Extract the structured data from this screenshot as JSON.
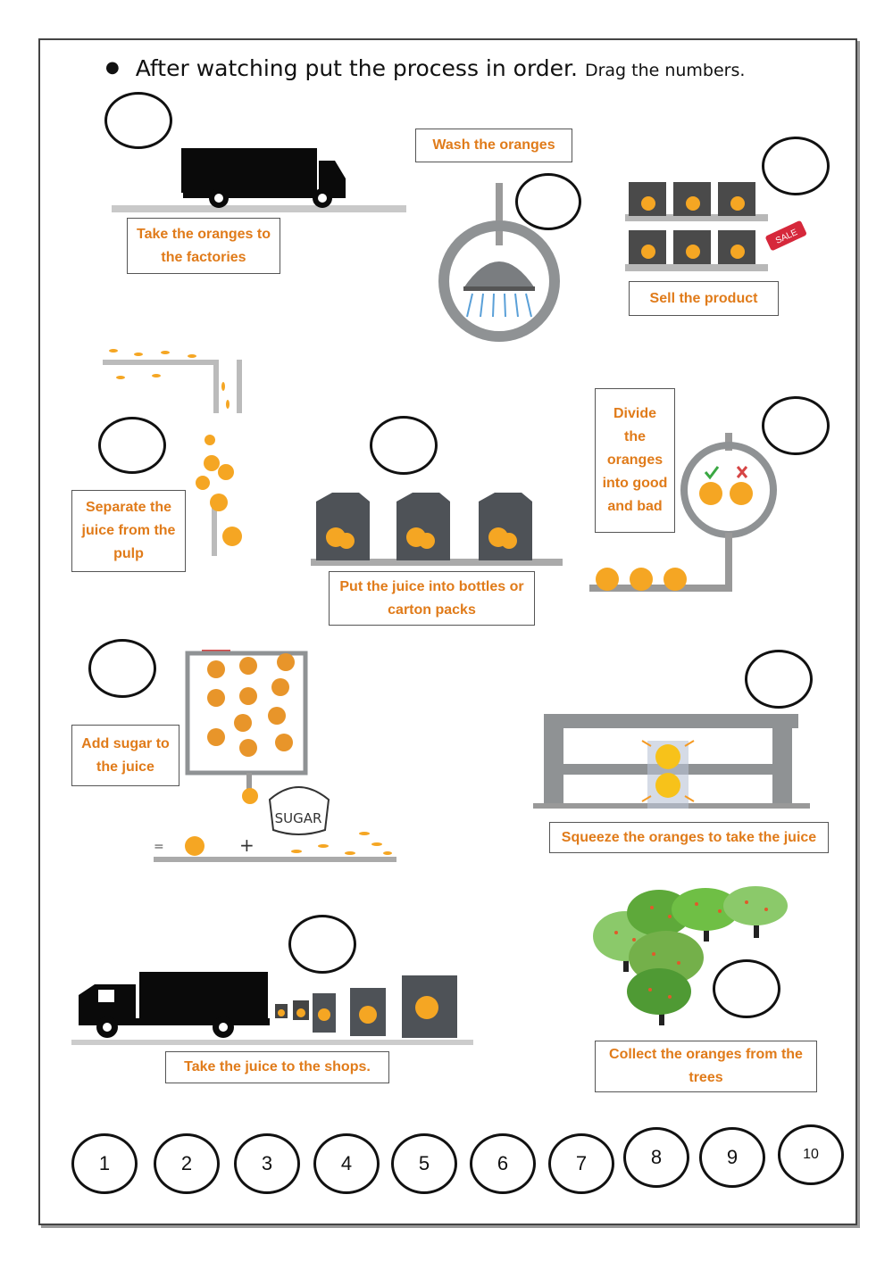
{
  "instruction": {
    "main": "After watching put the process in order.",
    "sub": "Drag the numbers."
  },
  "steps": {
    "take_to_factories": "Take the oranges to the factories",
    "wash": "Wash the oranges",
    "sell": "Sell the product",
    "separate": "Separate the juice from the pulp",
    "bottles": "Put the juice into bottles or carton packs",
    "divide": "Divide the oranges into good and bad",
    "add_sugar": "Add sugar to the juice",
    "squeeze": "Squeeze the oranges to take the juice",
    "take_to_shops": "Take the juice to the shops.",
    "collect": "Collect the oranges from the trees"
  },
  "numbers": [
    "1",
    "2",
    "3",
    "4",
    "5",
    "6",
    "7",
    "8",
    "9",
    "10"
  ],
  "image_text": {
    "sale_tag": "SALE",
    "sugar_bag": "SUGAR",
    "equals": "=",
    "plus": "+"
  },
  "colors": {
    "label_text": "#e07b1a",
    "orange": "#f5a623",
    "machine_gray": "#8f9294",
    "tree_green": "#6fbf45"
  },
  "icons": [
    "truck-icon",
    "shower-icon",
    "carton-icon",
    "sale-tag-icon",
    "pipe-icon",
    "checkmark-icon",
    "cross-icon",
    "sugar-bag-icon",
    "press-icon",
    "tree-icon"
  ]
}
